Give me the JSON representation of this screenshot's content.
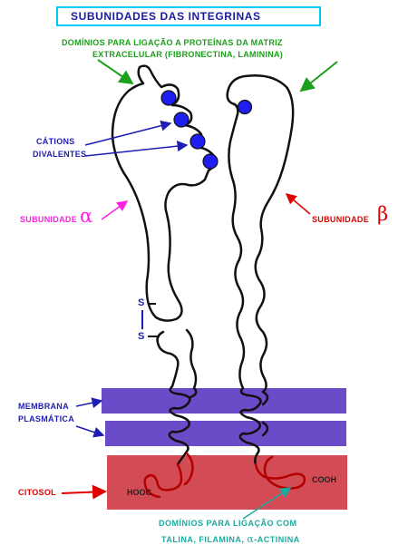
{
  "title": "SUBUNIDADES DAS INTEGRINAS",
  "labels": {
    "matrix_domains_line1": "DOMÍNIOS PARA LIGAÇÃO A PROTEÍNAS DA MATRIZ",
    "matrix_domains_line2": "EXTRACELULAR (FIBRONECTINA, LAMININA)",
    "cations_line1": "CÁTIONS",
    "cations_line2": "DIVALENTES",
    "subunit_alpha_text": "SUBUNIDADE",
    "alpha_symbol": "α",
    "subunit_beta_text": "SUBUNIDADE",
    "beta_symbol": "β",
    "disulfide_s1": "S",
    "disulfide_s2": "S",
    "membrane_line1": "MEMBRANA",
    "membrane_line2": "PLASMÁTICA",
    "cytosol": "CITOSOL",
    "hooc": "HOOC",
    "cooh": "COOH",
    "cyto_domains_line1": "DOMÍNIOS PARA LIGAÇÃO COM",
    "cyto_domains_line2_prefix": "TALINA, FILAMINA, ",
    "cyto_domains_alpha": "α",
    "cyto_domains_line2_suffix": "-ACTININA"
  },
  "colors": {
    "title_text": "#1a1aa0",
    "title_border": "#00c8ff",
    "green_label": "#1aa01a",
    "blue_label": "#1e1eb4",
    "magenta_label": "#ff1fe0",
    "red_label": "#e00000",
    "teal_label": "#1aaaa0",
    "membrane": "#6a4cc8",
    "cytosol": "#d24b55",
    "cation": "#1e1ef0",
    "cytoplasmic_tail": "#b40000",
    "chain": "#111111"
  }
}
